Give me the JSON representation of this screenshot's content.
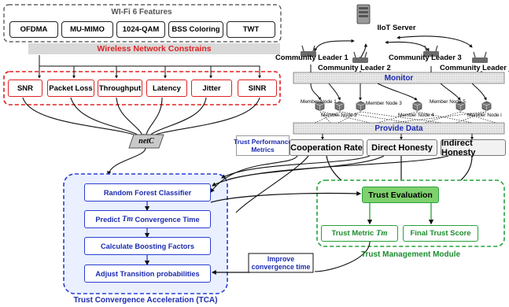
{
  "wifi": {
    "title": "WI-Fi 6 Features",
    "features": [
      "OFDMA",
      "MU-MIMO",
      "1024-QAM",
      "BSS Coloring",
      "TWT"
    ]
  },
  "constraints_label": "Wireless Network Constrains",
  "metrics": [
    "SNR",
    "Packet Loss",
    "Throughput",
    "Latency",
    "Jitter",
    "SINR"
  ],
  "netc_label": "netC",
  "tca": {
    "steps": [
      "Random Forest Classifier",
      "Predict Tm Convergence Time",
      "Calculate Boosting Factors",
      "Adjust Transition probabilities"
    ],
    "step2_prefix": "Predict ",
    "step2_var": "Tm",
    "step2_suffix": " Convergence Time",
    "title": "Trust Convergence Acceleration (TCA)"
  },
  "improve_label": "Improve convergence time",
  "improve_line1": "Improve",
  "improve_line2": "convergence time",
  "server": {
    "label": "IIoT Server"
  },
  "leaders": [
    "Community Leader 1",
    "Community Leader 2",
    "Community Leader 3",
    "Community Leader j"
  ],
  "monitor_label": "Monitor",
  "members": [
    "Member Node 1",
    "Member Node 2",
    "Member Node 3",
    "Member Node 4",
    "Member Node 5",
    "Member Node i"
  ],
  "provide_label": "Provide Data",
  "trust_perf_label": "Trust Performance Metrics",
  "trust_perf_line1": "Trust Performance",
  "trust_perf_line2": "Metrics",
  "trust_metrics": [
    "Cooperation Rate",
    "Direct Honesty",
    "Indirect Honesty"
  ],
  "tmm": {
    "evaluation": "Trust Evaluation",
    "metric_prefix": "Trust Metric ",
    "metric_var": "Tm",
    "final": "Final Trust Score",
    "title": "Trust Management Module"
  },
  "colors": {
    "red": "#e02020",
    "blue": "#2a3fd1",
    "green": "#26a23a",
    "green_fill": "#7fd16e",
    "monitor_fill": "#dcdcdc"
  }
}
